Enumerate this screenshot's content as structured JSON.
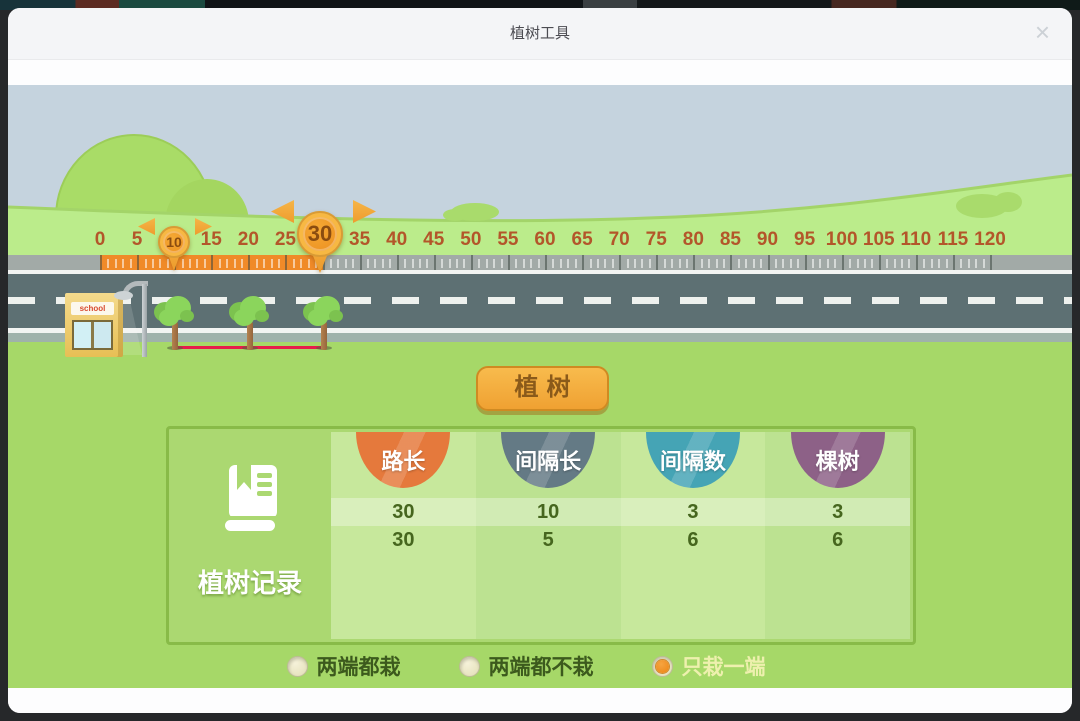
{
  "window": {
    "title": "植树工具",
    "close_label": "×"
  },
  "scene": {
    "ruler": {
      "labels": [
        "0",
        "5",
        "10",
        "15",
        "20",
        "25",
        "30",
        "35",
        "40",
        "45",
        "50",
        "55",
        "60",
        "65",
        "70",
        "75",
        "80",
        "85",
        "90",
        "95",
        "100",
        "105",
        "110",
        "115",
        "120"
      ],
      "highlight_color": "#f08a28",
      "highlight_from": 0,
      "highlight_to": 30
    },
    "pins": {
      "small": "10",
      "large": "30"
    },
    "school_sign": "school",
    "tree_count": 3
  },
  "plant_button": {
    "label": "植树"
  },
  "record": {
    "title": "植树记录",
    "columns": [
      {
        "label": "路长",
        "color": "#e5793c"
      },
      {
        "label": "间隔长",
        "color": "#647a85"
      },
      {
        "label": "间隔数",
        "color": "#45a4b5"
      },
      {
        "label": "棵树",
        "color": "#8d6187"
      }
    ],
    "rows": [
      [
        "30",
        "10",
        "3",
        "3"
      ],
      [
        "30",
        "5",
        "6",
        "6"
      ]
    ]
  },
  "options": [
    {
      "label": "两端都栽",
      "selected": false
    },
    {
      "label": "两端都不栽",
      "selected": false
    },
    {
      "label": "只栽一端",
      "selected": true,
      "selected_label_color": "#eef0ae"
    }
  ]
}
